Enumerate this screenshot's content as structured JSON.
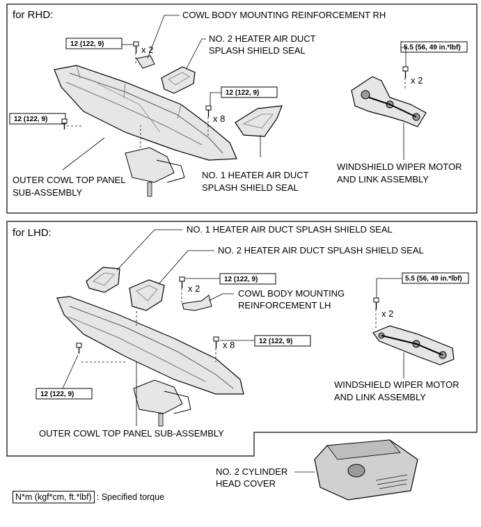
{
  "sections": {
    "rhd": {
      "title": "for RHD:",
      "cowl_reinforcement": "COWL BODY MOUNTING REINFORCEMENT RH",
      "no2_seal_line1": "NO. 2 HEATER AIR DUCT",
      "no2_seal_line2": "SPLASH SHIELD SEAL",
      "no1_seal_line1": "NO. 1 HEATER AIR DUCT",
      "no1_seal_line2": "SPLASH SHIELD SEAL",
      "outer_panel_line1": "OUTER COWL TOP PANEL",
      "outer_panel_line2": "SUB-ASSEMBLY",
      "wiper_line1": "WINDSHIELD WIPER MOTOR",
      "wiper_line2": "AND LINK ASSEMBLY",
      "torque_top": "12 (122, 9)",
      "torque_mid": "12 (122, 9)",
      "torque_left": "12 (122, 9)",
      "torque_wiper": "5.5 (56, 49 in.*lbf)",
      "qty_top": "x 2",
      "qty_mid": "x 8",
      "qty_wiper": "x 2"
    },
    "lhd": {
      "title": "for LHD:",
      "no1_seal": "NO. 1 HEATER AIR DUCT SPLASH SHIELD SEAL",
      "no2_seal": "NO. 2 HEATER AIR DUCT SPLASH SHIELD SEAL",
      "cowl_line1": "COWL BODY MOUNTING",
      "cowl_line2": "REINFORCEMENT LH",
      "outer_panel": "OUTER COWL TOP PANEL SUB-ASSEMBLY",
      "wiper_line1": "WINDSHIELD WIPER MOTOR",
      "wiper_line2": "AND LINK ASSEMBLY",
      "torque_top": "12 (122, 9)",
      "torque_right": "12 (122, 9)",
      "torque_left": "12 (122, 9)",
      "torque_wiper": "5.5 (56, 49 in.*lbf)",
      "qty_top": "x 2",
      "qty_right": "x 8",
      "qty_wiper": "x 2"
    }
  },
  "cylinder_cover_line1": "NO. 2 CYLINDER",
  "cylinder_cover_line2": "HEAD COVER",
  "legend": {
    "unit": "N*m (kgf*cm, ft.*lbf)",
    "text": ": Specified torque"
  },
  "colors": {
    "line": "#000000",
    "part_fill": "#e6e6e6",
    "part_dark": "#9a9a9a"
  }
}
